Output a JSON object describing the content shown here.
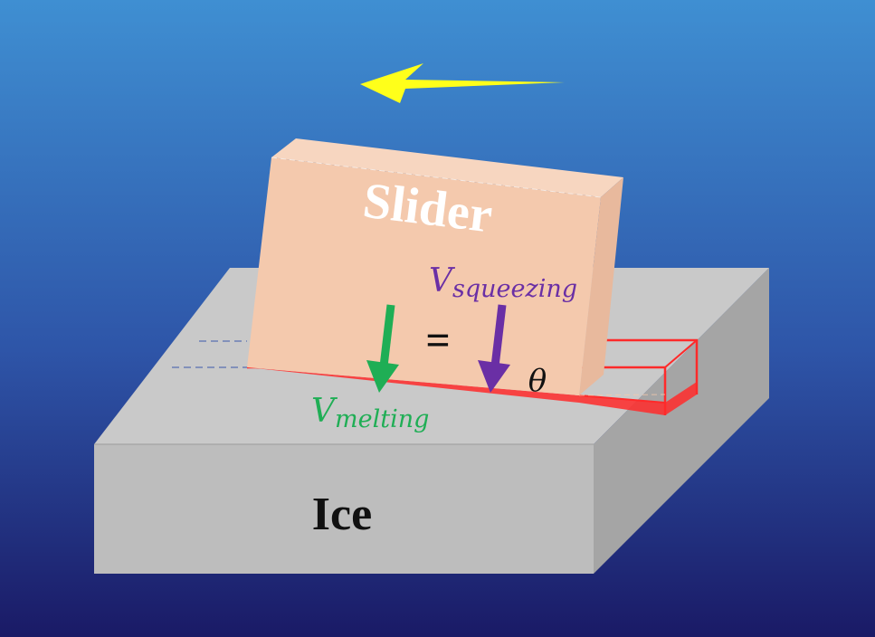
{
  "labels": {
    "slider": "Slider",
    "ice": "Ice",
    "v_squeezing_base": "V",
    "v_squeezing_sub": "squeezing",
    "v_melting_base": "V",
    "v_melting_sub": "melting",
    "equals": "=",
    "theta": "θ"
  },
  "colors": {
    "background_top": "#3f8fd2",
    "background_bottom": "#1a1a66",
    "slider_front": "#f4c9ad",
    "slider_top": "#f7d6c0",
    "slider_side": "#e8b99d",
    "ice_top": "#c9c9c9",
    "ice_front": "#bdbdbd",
    "ice_side": "#a5a5a5",
    "melt_layer": "#ff2a2a",
    "motion_arrow": "#ffff1a",
    "v_melting": "#1fae55",
    "v_squeezing": "#6a2fa5",
    "text_dark": "#111111",
    "text_light": "#ffffff"
  },
  "icons": {
    "motion_arrow": "arrow-left-icon",
    "melting_arrow": "arrow-down-icon",
    "squeezing_arrow": "arrow-down-icon"
  }
}
